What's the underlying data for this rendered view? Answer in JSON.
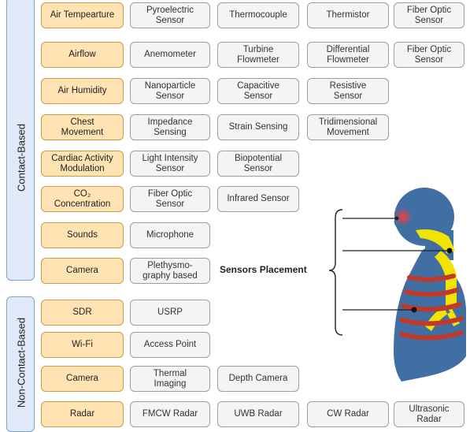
{
  "groups": [
    {
      "label": "Contact-Based"
    },
    {
      "label": "Non-Contact-Based"
    }
  ],
  "rows": [
    {
      "parameter": "Air Tempearture",
      "sensors": [
        "Pyroelectric\nSensor",
        "Thermocouple",
        "Thermistor",
        "Fiber Optic\nSensor"
      ]
    },
    {
      "parameter": "Airflow",
      "sensors": [
        "Anemometer",
        "Turbine\nFlowmeter",
        "Differential\nFlowmeter",
        "Fiber Optic\nSensor"
      ]
    },
    {
      "parameter": "Air Humidity",
      "sensors": [
        "Nanoparticle\nSensor",
        "Capacitive\nSensor",
        "Resistive\nSensor"
      ]
    },
    {
      "parameter": "Chest\nMovement",
      "sensors": [
        "Impedance\nSensing",
        "Strain Sensing",
        "Tridimensional\nMovement"
      ]
    },
    {
      "parameter": "Cardiac Activity\nModulation",
      "sensors": [
        "Light Intensity\nSensor",
        "Biopotential\nSensor"
      ]
    },
    {
      "parameter": "CO₂\nConcentration",
      "sensors": [
        "Fiber Optic\nSensor",
        "Infrared Sensor"
      ]
    },
    {
      "parameter": "Sounds",
      "sensors": [
        "Microphone"
      ]
    },
    {
      "parameter": "Camera",
      "sensors": [
        "Plethysmo-\ngraphy based"
      ]
    },
    {
      "parameter": "SDR",
      "sensors": [
        "USRP"
      ]
    },
    {
      "parameter": "Wi-Fi",
      "sensors": [
        "Access Point"
      ]
    },
    {
      "parameter": "Camera",
      "sensors": [
        "Thermal\nImaging",
        "Depth Camera"
      ]
    },
    {
      "parameter": "Radar",
      "sensors": [
        "FMCW Radar",
        "UWB Radar",
        "CW Radar",
        "Ultrasonic\nRadar"
      ]
    }
  ],
  "placement": {
    "label": "Sensors Placement"
  },
  "colors": {
    "parameter_fill": "#ffe3b3",
    "sensor_fill": "#f4f4f4",
    "group_fill": "#dfe9f7",
    "body": "#3f6fa3",
    "airway": "#f2e400",
    "ribs": "#c0392b"
  }
}
